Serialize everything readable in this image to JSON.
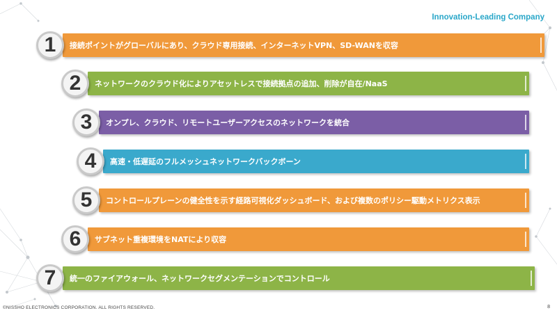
{
  "header": {
    "brand": "Innovation-Leading Company"
  },
  "items": [
    {
      "number": "1",
      "text": "接続ポイントがグローバルにあり、クラウド専用接続、インターネットVPN、SD-WANを収容",
      "color": "#f0993a"
    },
    {
      "number": "2",
      "text": "ネットワークのクラウド化によりアセットレスで接続拠点の追加、削除が自在/NaaS",
      "color": "#8db447"
    },
    {
      "number": "3",
      "text": "オンプレ、クラウド、リモートユーザーアクセスのネットワークを統合",
      "color": "#7b5ea6"
    },
    {
      "number": "4",
      "text": "高速・低遅延のフルメッシュネットワークバックボーン",
      "color": "#3aa9cc"
    },
    {
      "number": "5",
      "text": "コントロールプレーンの健全性を示す経路可視化ダッシュボード、および複数のポリシー駆動メトリクス表示",
      "color": "#f0993a"
    },
    {
      "number": "6",
      "text": "サブネット重複環境をNATにより収容",
      "color": "#f0993a"
    },
    {
      "number": "7",
      "text": "統一のファイアウォール、ネットワークセグメンテーションでコントロール",
      "color": "#8db447"
    }
  ],
  "footer": {
    "copyright": "©NISSHO ELECTRONICS CORPORATION. ALL RIGHTS RESERVED.",
    "page": "8"
  }
}
